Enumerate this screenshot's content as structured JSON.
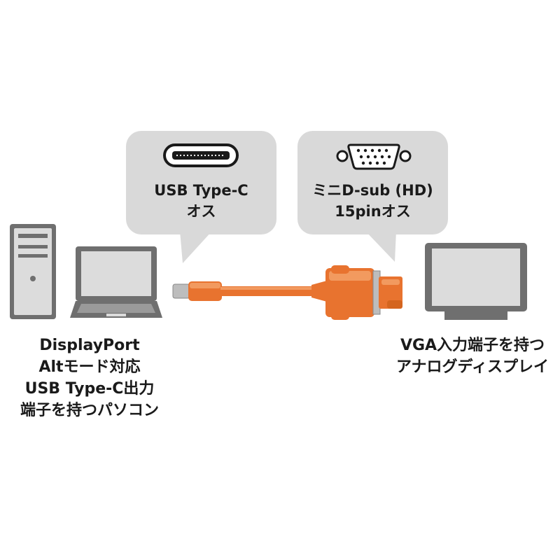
{
  "bubbles": {
    "usb_c": {
      "line1": "USB Type-C",
      "line2": "オス"
    },
    "vga": {
      "line1": "ミニD-sub (HD)",
      "line2": "15pinオス"
    }
  },
  "captions": {
    "pc": [
      "DisplayPort",
      "Altモード対応",
      "USB Type-C出力",
      "端子を持つパソコン"
    ],
    "display": [
      "VGA入力端子を持つ",
      "アナログディスプレイ"
    ]
  },
  "colors": {
    "bubble": "#d9d9d9",
    "device": "#6f6f6f",
    "cable": "#e8732f",
    "connector_metal": "#bdbdbd"
  },
  "icons": [
    "desktop-tower-icon",
    "laptop-icon",
    "usb-c-port-icon",
    "vga-port-icon",
    "monitor-icon",
    "cable"
  ]
}
